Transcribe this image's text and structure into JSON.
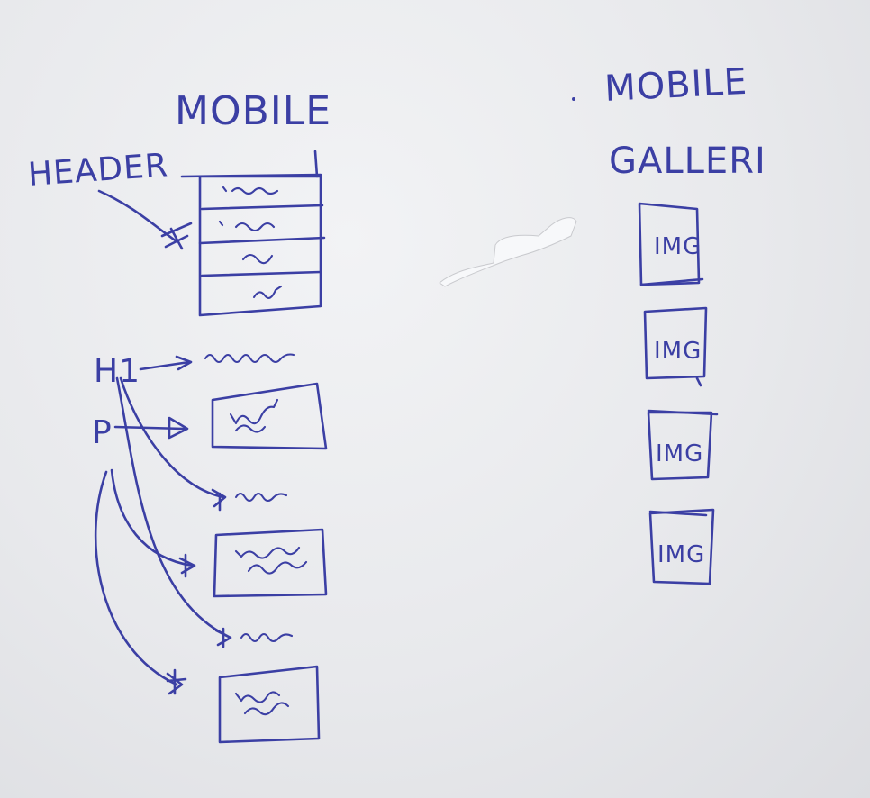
{
  "mobile_sketch": {
    "title": "MOBILE",
    "header_label": "HEADER",
    "h1_label": "H1",
    "p_label": "P"
  },
  "gallery_sketch": {
    "title_line1": "MOBILE",
    "title_line2": "GALLERI",
    "images": [
      {
        "label": "IMG"
      },
      {
        "label": "IMG"
      },
      {
        "label": "IMG"
      },
      {
        "label": "IMG"
      }
    ]
  },
  "colors": {
    "ink": "#3b3fa4",
    "paper": "#e9eaed"
  }
}
